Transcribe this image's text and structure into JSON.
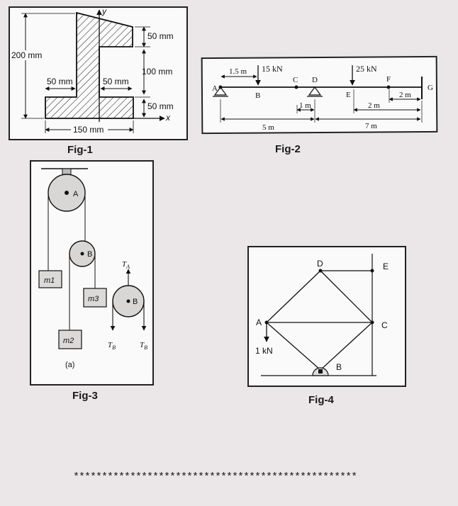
{
  "fig1": {
    "caption": "Fig-1",
    "axis_x": "x",
    "axis_y": "y",
    "dims": {
      "height_total": "200 mm",
      "top_flange": "50 mm",
      "web_height": "100 mm",
      "bottom_flange": "50 mm",
      "left_overhang": "50 mm",
      "right_overhang": "50 mm",
      "base_width": "150 mm"
    }
  },
  "fig2": {
    "caption": "Fig-2",
    "points": [
      "A",
      "B",
      "C",
      "D",
      "E",
      "F",
      "G"
    ],
    "loads": [
      "15 kN",
      "25 kN"
    ],
    "dims": [
      "1.5 m",
      "1 m",
      "2 m",
      "2 m",
      "5 m",
      "7 m"
    ]
  },
  "fig3": {
    "caption": "Fig-3",
    "pulleys": [
      "A",
      "B"
    ],
    "masses": [
      "m1",
      "m3",
      "m2"
    ],
    "tensions": {
      "ta": "T",
      "ta_sub": "A",
      "tb": "T",
      "tb_sub": "B"
    },
    "pulley_b_label": "B",
    "sub_label": "(a)"
  },
  "fig4": {
    "caption": "Fig-4",
    "nodes": [
      "D",
      "E",
      "A",
      "C",
      "B"
    ],
    "load": "1 kN"
  },
  "footer": {
    "stars": "**************************************************"
  }
}
